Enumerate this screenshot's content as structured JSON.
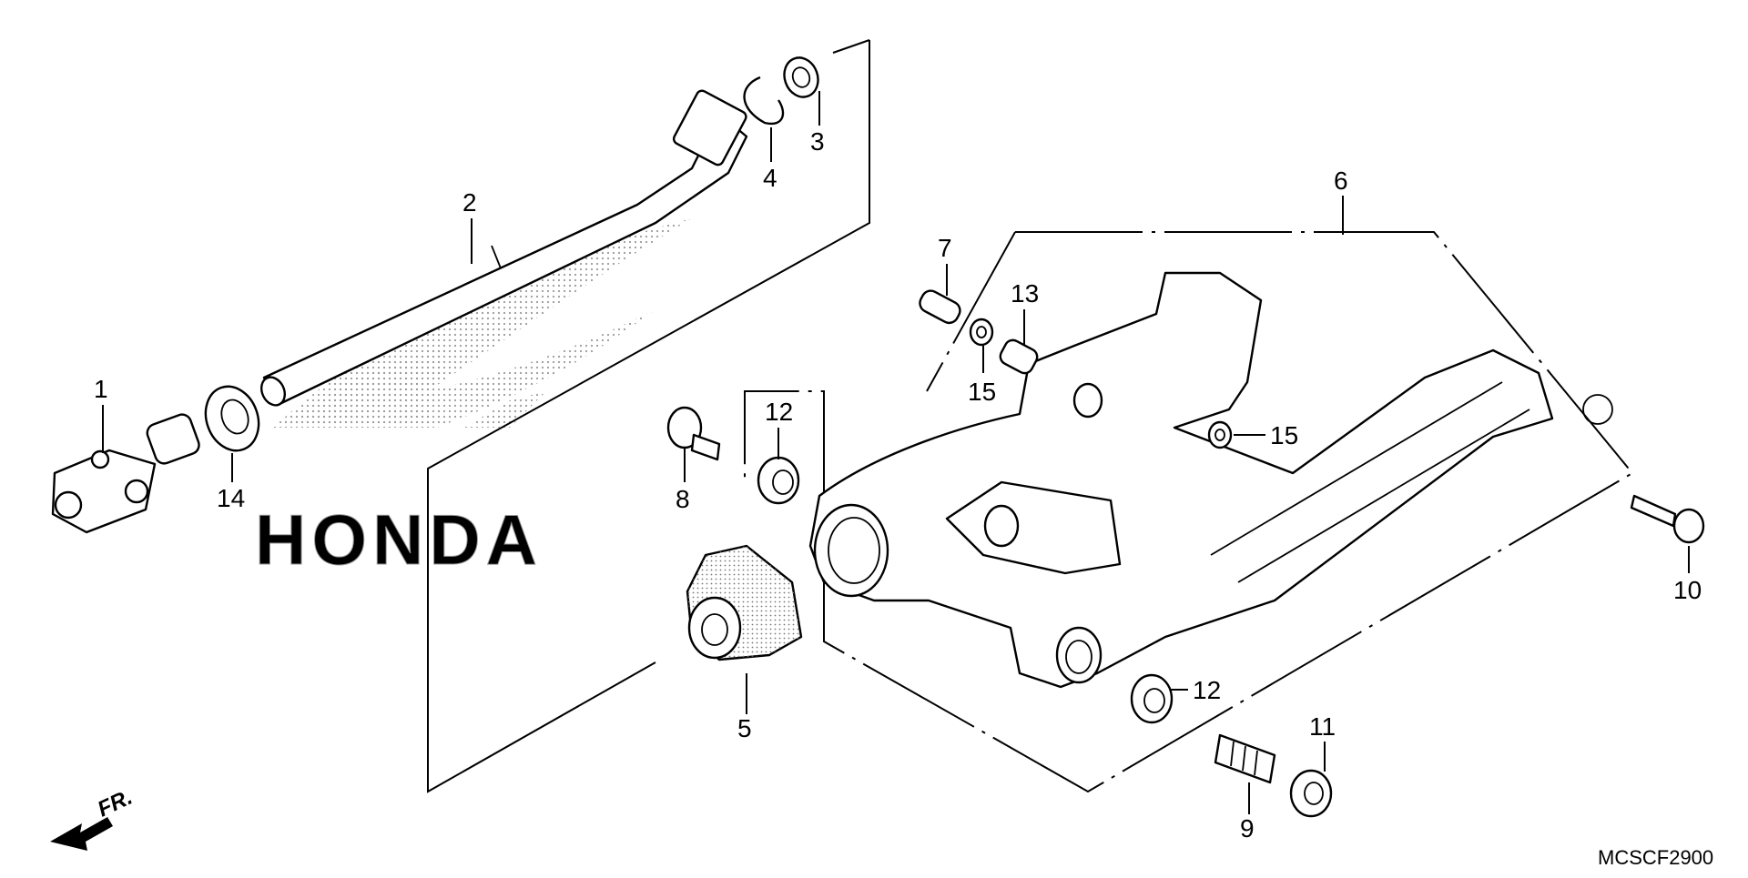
{
  "diagram": {
    "code": "MCSCF2900",
    "front_label": "FR.",
    "logo_text": "HONDA",
    "callouts": [
      "1",
      "2",
      "3",
      "4",
      "5",
      "6",
      "7",
      "8",
      "9",
      "10",
      "11",
      "12",
      "12",
      "13",
      "14",
      "15",
      "15"
    ]
  }
}
